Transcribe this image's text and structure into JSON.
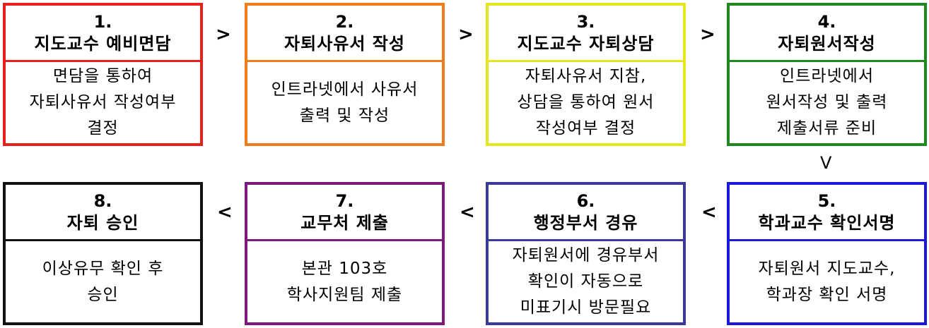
{
  "steps": [
    {
      "num": "1.",
      "title": "지도교수 예비면담",
      "lines": [
        "면담을 통하여",
        "자퇴사유서 작성여부",
        "결정"
      ],
      "color": "#e8201c"
    },
    {
      "num": "2.",
      "title": "자퇴사유서 작성",
      "lines": [
        "인트라넷에서 사유서",
        "출력 및 작성"
      ],
      "color": "#f07d1a"
    },
    {
      "num": "3.",
      "title": "지도교수 자퇴상담",
      "lines": [
        "자퇴사유서 지참,",
        "상담을 통하여 원서",
        "작성여부 결정"
      ],
      "color": "#e6e61c"
    },
    {
      "num": "4.",
      "title": "자퇴원서작성",
      "lines": [
        "인트라넷에서",
        "원서작성 및 출력",
        "제출서류 준비"
      ],
      "color": "#1e8a1e"
    },
    {
      "num": "5.",
      "title": "학과교수 확인서명",
      "lines": [
        "자퇴원서 지도교수,",
        "학과장 확인 서명"
      ],
      "color": "#1a1adc"
    },
    {
      "num": "6.",
      "title": "행정부서 경유",
      "lines": [
        "자퇴원서에 경유부서",
        "확인이 자동으로",
        "미표기시 방문필요"
      ],
      "color": "#3a3a9a"
    },
    {
      "num": "7.",
      "title": "교무처 제출",
      "lines": [
        "본관 103호",
        "학사지원팀 제출"
      ],
      "color": "#7a1a7a"
    },
    {
      "num": "8.",
      "title": "자퇴 승인",
      "lines": [
        "이상유무 확인 후",
        "승인"
      ],
      "color": "#111111"
    }
  ],
  "arrows": {
    "right": ">",
    "down": "V",
    "left": "<"
  }
}
